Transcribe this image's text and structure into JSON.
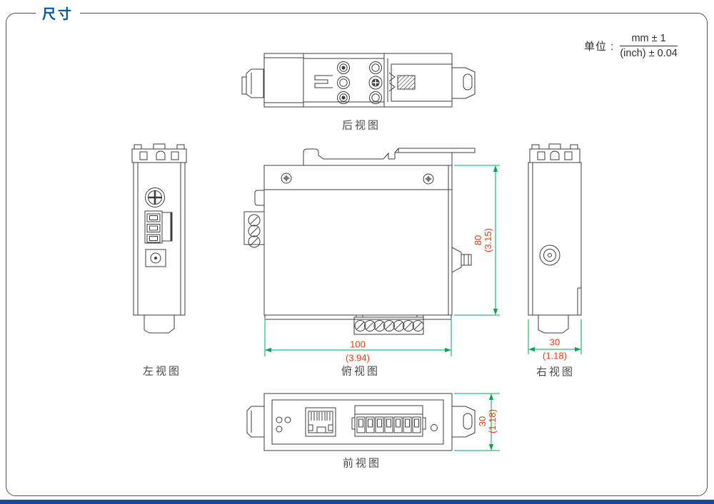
{
  "header": {
    "title": "尺寸"
  },
  "unit": {
    "label": "单位 :",
    "numerator": "mm ± 1",
    "denominator": "(inch) ± 0.04"
  },
  "views": {
    "rear": {
      "label": "后视图"
    },
    "left": {
      "label": "左视图"
    },
    "top": {
      "label": "俯视图",
      "height_dim": {
        "mm": "80",
        "inch": "(3.15)"
      },
      "width_dim": {
        "mm": "100",
        "inch": "(3.94)"
      }
    },
    "right": {
      "label": "右视图",
      "width_dim": {
        "mm": "30",
        "inch": "(1.18)"
      }
    },
    "front": {
      "label": "前视图",
      "height_dim": {
        "mm": "30",
        "inch": "(1.18)"
      }
    }
  },
  "colors": {
    "accent_blue": "#0054a6",
    "dimension_line_green": "#00a651",
    "dimension_text_red": "#e8380d",
    "drawing_line": "#3d3d3f",
    "footer_bar_blue": "#17479e"
  }
}
